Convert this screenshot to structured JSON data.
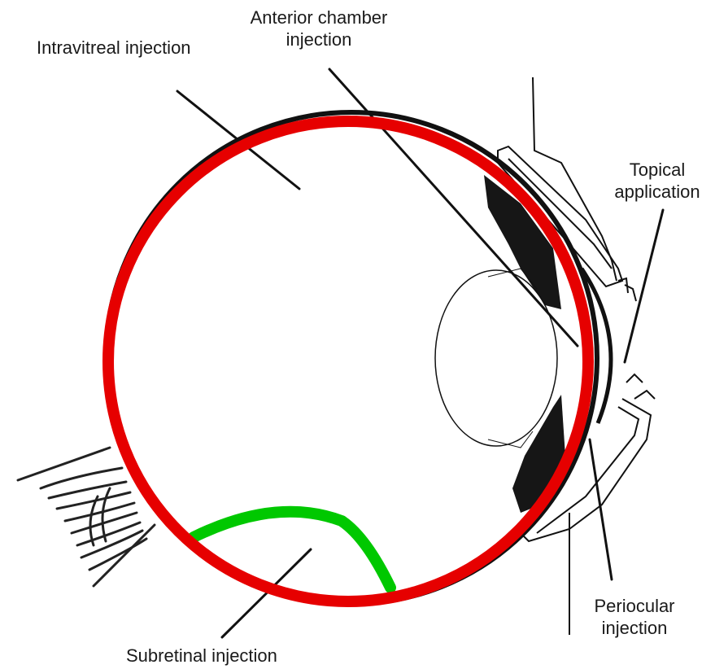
{
  "labels": {
    "intravitreal": "Intravitreal injection",
    "anterior_chamber_line1": "Anterior chamber",
    "anterior_chamber_line2": "injection",
    "topical_line1": "Topical",
    "topical_line2": "application",
    "subretinal": "Subretinal injection",
    "periocular_line1": "Periocular",
    "periocular_line2": "injection"
  },
  "colors": {
    "highlight_circle": "#e60000",
    "subretinal_bleb": "#00c800",
    "outline": "#111111"
  }
}
